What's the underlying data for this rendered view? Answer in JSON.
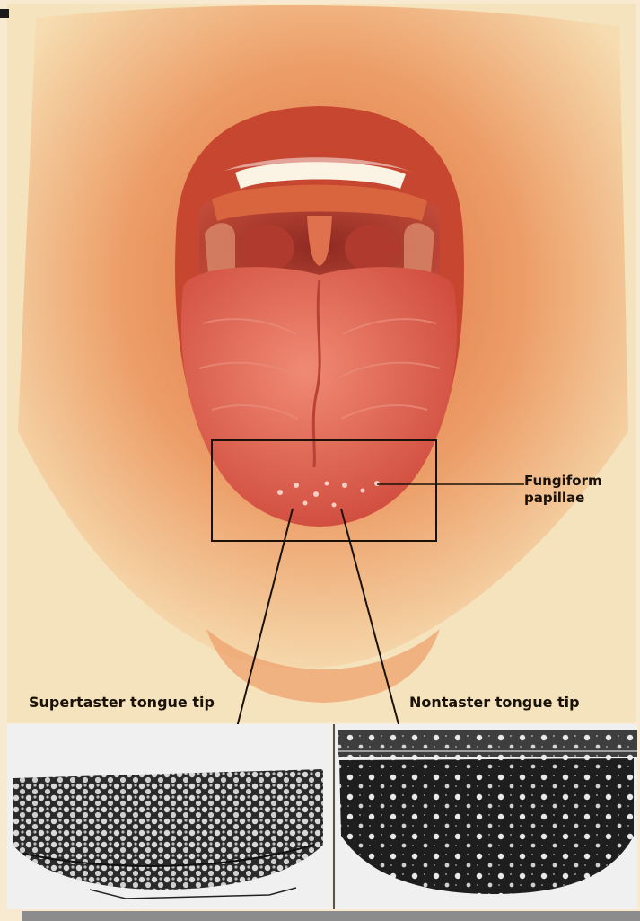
{
  "figure": {
    "callout_label": [
      "Fungiform",
      "papillae"
    ],
    "left_panel_label": "Supertaster tongue tip",
    "right_panel_label": "Nontaster tongue tip",
    "colors": {
      "background": "#f6e7c6",
      "skin": "#e88b55",
      "lips": "#c9472f",
      "tongue": "#de5d4c",
      "throat": "#a8352a",
      "micrograph_dark": "#1c1c1c",
      "micrograph_light": "#e6e6e6",
      "frame": "#1a1208"
    }
  }
}
